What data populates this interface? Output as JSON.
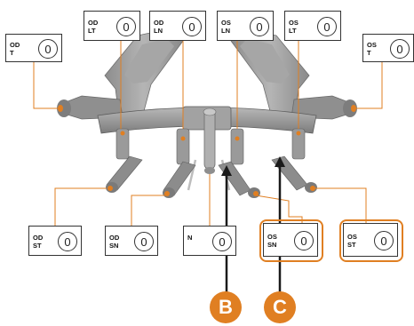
{
  "fields": [
    {
      "line1": "OD",
      "line2": "T",
      "value": "0"
    },
    {
      "line1": "OD",
      "line2": "LT",
      "value": "0"
    },
    {
      "line1": "OD",
      "line2": "LN",
      "value": "0"
    },
    {
      "line1": "OS",
      "line2": "LN",
      "value": "0"
    },
    {
      "line1": "OS",
      "line2": "LT",
      "value": "0"
    },
    {
      "line1": "OS",
      "line2": "T",
      "value": "0"
    },
    {
      "line1": "OD",
      "line2": "ST",
      "value": "0"
    },
    {
      "line1": "OD",
      "line2": "SN",
      "value": "0"
    },
    {
      "line1": "N",
      "line2": "",
      "value": "0"
    },
    {
      "line1": "OS",
      "line2": "SN",
      "value": "0"
    },
    {
      "line1": "OS",
      "line2": "ST",
      "value": "0"
    }
  ],
  "markers": [
    "B",
    "C"
  ],
  "colors": {
    "accent": "#e07f22",
    "frame": "#9a9a9a",
    "frame_dark": "#7a7a7a",
    "leader": "#e07f22",
    "arrow": "#1a1a1a"
  }
}
